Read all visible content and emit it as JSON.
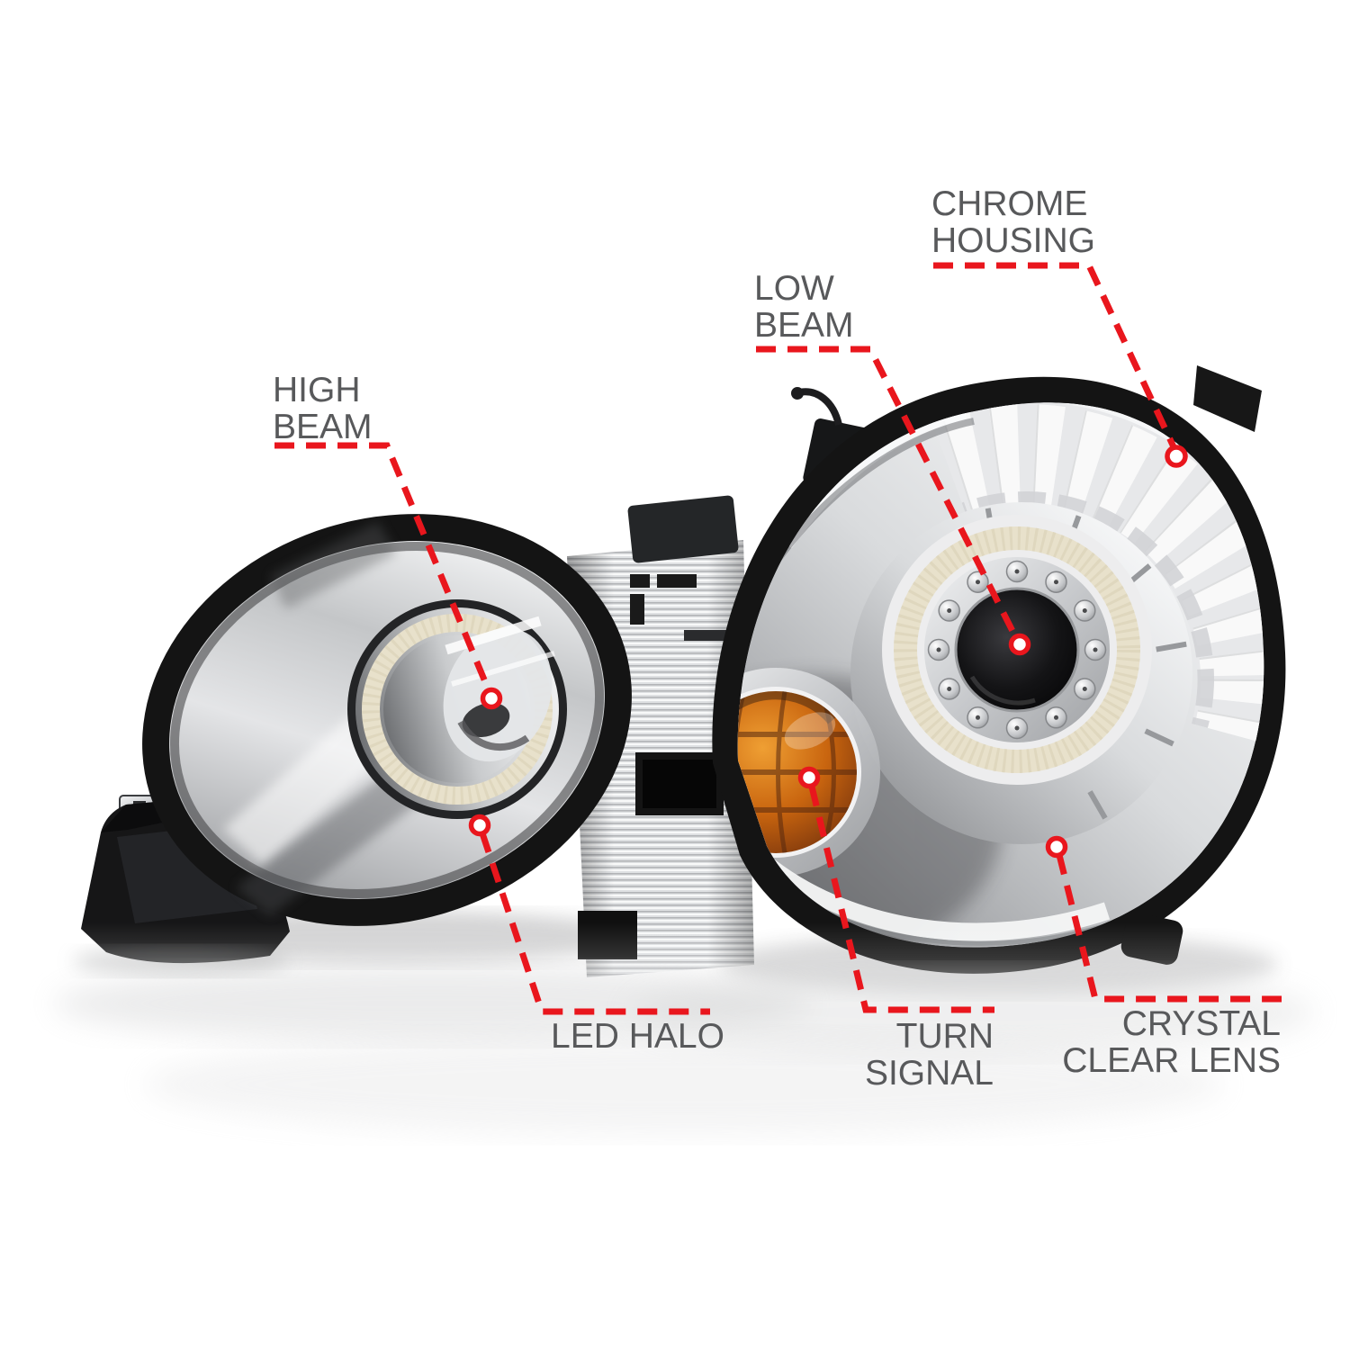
{
  "image_type": "annotated product callout diagram of a projector headlight",
  "colors": {
    "background": "#ffffff",
    "callout_red": "#e9161d",
    "label_gray": "#58595b",
    "halo_cream": "#e8e1cb",
    "amber_turn_signal": "#c9650f",
    "chrome_light": "#e9eaec",
    "housing_black": "#141414"
  },
  "labels": {
    "chrome_housing": {
      "line1": "CHROME",
      "line2": "HOUSING"
    },
    "low_beam": {
      "line1": "LOW",
      "line2": "BEAM"
    },
    "high_beam": {
      "line1": "HIGH",
      "line2": "BEAM"
    },
    "led_halo": {
      "line1": "LED HALO"
    },
    "turn_signal": {
      "line1": "TURN",
      "line2": "SIGNAL"
    },
    "crystal_clear_lens": {
      "line1": "CRYSTAL",
      "line2": "CLEAR LENS"
    }
  }
}
